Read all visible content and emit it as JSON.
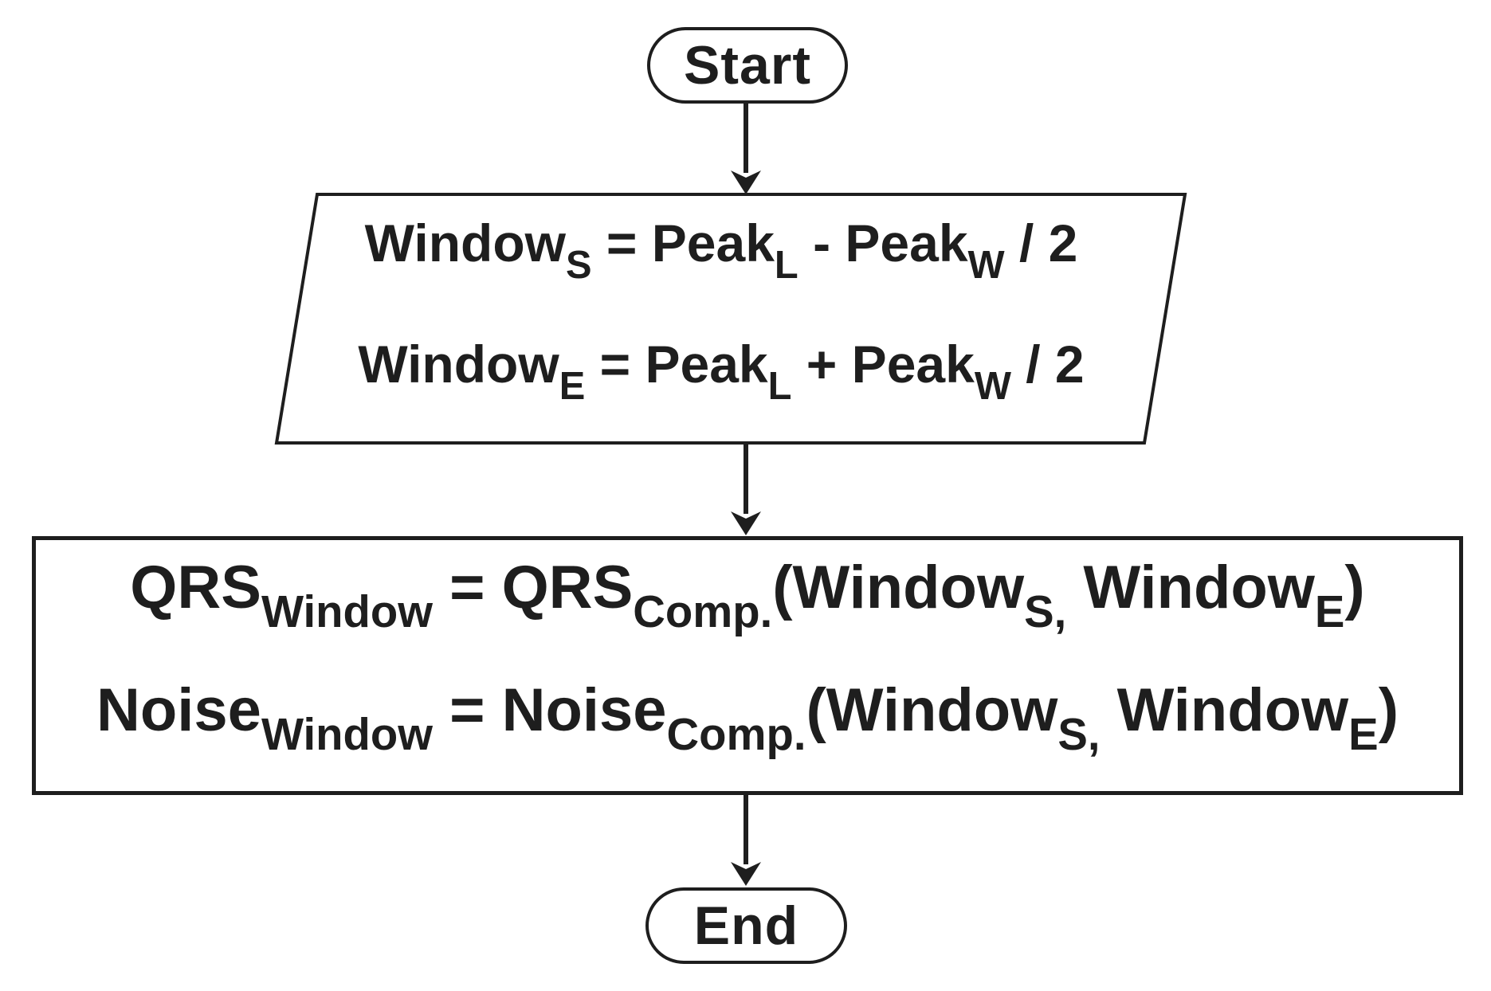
{
  "diagram": {
    "background": "#ffffff",
    "ink": "#1e1e1e",
    "flow": [
      "start",
      "window_bounds",
      "window_extract",
      "end"
    ]
  },
  "nodes": {
    "start": {
      "type": "terminator",
      "label": "Start"
    },
    "window_bounds": {
      "type": "io-parallelogram",
      "lines": [
        {
          "segments": [
            {
              "t": "Window"
            },
            {
              "s": "S"
            },
            {
              "t": " = Peak"
            },
            {
              "s": "L"
            },
            {
              "t": " - Peak"
            },
            {
              "s": "W"
            },
            {
              "t": " / 2"
            }
          ]
        },
        {
          "segments": [
            {
              "t": "Window"
            },
            {
              "s": "E"
            },
            {
              "t": " = Peak"
            },
            {
              "s": "L"
            },
            {
              "t": " + Peak"
            },
            {
              "s": "W"
            },
            {
              "t": " / 2"
            }
          ]
        }
      ]
    },
    "window_extract": {
      "type": "process-rectangle",
      "lines": [
        {
          "segments": [
            {
              "t": "QRS"
            },
            {
              "s": "Window"
            },
            {
              "t": " = QRS"
            },
            {
              "s": "Comp."
            },
            {
              "t": "(Window"
            },
            {
              "s": "S,"
            },
            {
              "t": " Window"
            },
            {
              "s": "E"
            },
            {
              "t": ")"
            }
          ]
        },
        {
          "segments": [
            {
              "t": "Noise"
            },
            {
              "s": "Window"
            },
            {
              "t": " = Noise"
            },
            {
              "s": "Comp."
            },
            {
              "t": "(Window"
            },
            {
              "s": "S,"
            },
            {
              "t": " Window"
            },
            {
              "s": "E"
            },
            {
              "t": ")"
            }
          ]
        }
      ]
    },
    "end": {
      "type": "terminator",
      "label": "End"
    }
  }
}
